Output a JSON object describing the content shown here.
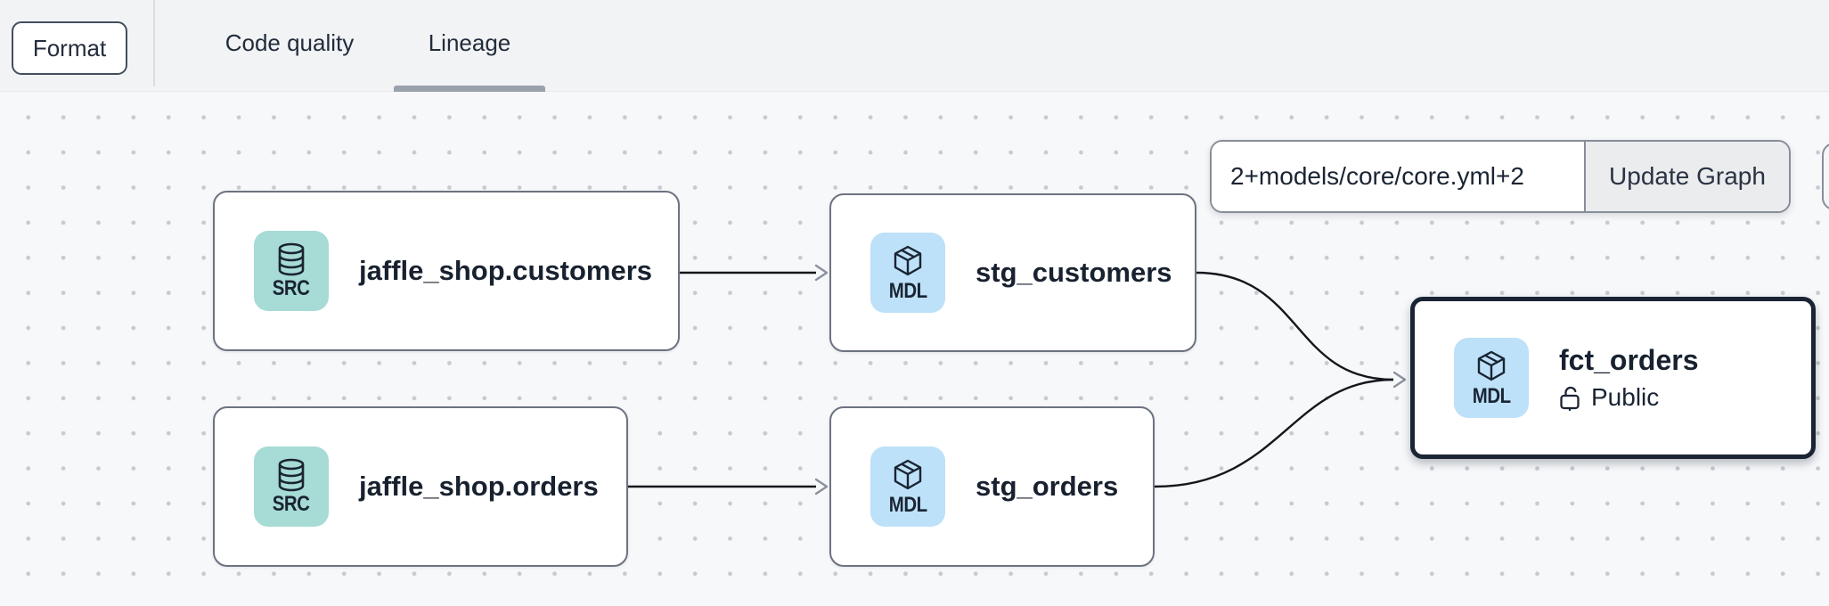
{
  "header": {
    "format_button_label": "Format",
    "tabs": [
      {
        "label": "Code quality",
        "active": false
      },
      {
        "label": "Lineage",
        "active": true
      }
    ]
  },
  "toolbar": {
    "selector_value": "2+models/core/core.yml+2",
    "update_button_label": "Update Graph"
  },
  "graph": {
    "nodes": [
      {
        "id": "jaffle_shop.customers",
        "title": "jaffle_shop.customers",
        "badge": "SRC",
        "icon": "database-icon",
        "type": "source"
      },
      {
        "id": "stg_customers",
        "title": "stg_customers",
        "badge": "MDL",
        "icon": "package-icon",
        "type": "model"
      },
      {
        "id": "jaffle_shop.orders",
        "title": "jaffle_shop.orders",
        "badge": "SRC",
        "icon": "database-icon",
        "type": "source"
      },
      {
        "id": "stg_orders",
        "title": "stg_orders",
        "badge": "MDL",
        "icon": "package-icon",
        "type": "model"
      },
      {
        "id": "fct_orders",
        "title": "fct_orders",
        "badge": "MDL",
        "icon": "package-icon",
        "type": "model",
        "access": "Public",
        "selected": true
      }
    ],
    "edges": [
      {
        "from": "jaffle_shop.customers",
        "to": "stg_customers"
      },
      {
        "from": "jaffle_shop.orders",
        "to": "stg_orders"
      },
      {
        "from": "stg_customers",
        "to": "fct_orders"
      },
      {
        "from": "stg_orders",
        "to": "fct_orders"
      }
    ]
  },
  "colors": {
    "header_bg": "#f2f3f5",
    "canvas_bg": "#f7f8fa",
    "dot": "#c7cad1",
    "node_border": "#6c7380",
    "selected_node_border": "#1b2434",
    "source_icon_bg": "#a7dbd5",
    "model_icon_bg": "#bde1f8",
    "edge": "#14171c",
    "text": "#1b2433",
    "tab_underline": "#99a1ac",
    "update_button_bg": "#ebecee"
  }
}
